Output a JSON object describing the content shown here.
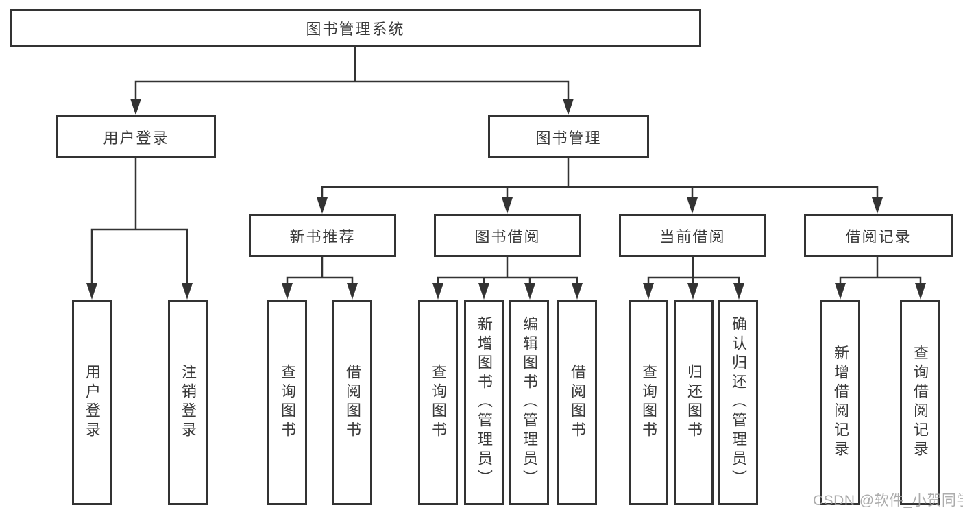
{
  "diagram_title": "图书管理系统",
  "nodes": {
    "root": "图书管理系统",
    "level1": [
      "用户登录",
      "图书管理"
    ],
    "level2": [
      "新书推荐",
      "图书借阅",
      "当前借阅",
      "借阅记录"
    ],
    "leaves": [
      "用户登录",
      "注销登录",
      "查询图书",
      "借阅图书",
      "查询图书",
      "新增图书（管理员）",
      "编辑图书（管理员）",
      "借阅图书",
      "查询图书",
      "归还图书",
      "确认归还（管理员）",
      "新增借阅记录",
      "查询借阅记录"
    ]
  },
  "hierarchy": {
    "图书管理系统": [
      "用户登录",
      "图书管理"
    ],
    "用户登录": [
      "用户登录",
      "注销登录"
    ],
    "图书管理": [
      "新书推荐",
      "图书借阅",
      "当前借阅",
      "借阅记录"
    ],
    "新书推荐": [
      "查询图书",
      "借阅图书"
    ],
    "图书借阅": [
      "查询图书",
      "新增图书（管理员）",
      "编辑图书（管理员）",
      "借阅图书"
    ],
    "当前借阅": [
      "查询图书",
      "归还图书",
      "确认归还（管理员）"
    ],
    "借阅记录": [
      "新增借阅记录",
      "查询借阅记录"
    ]
  },
  "watermark": "CSDN @软件_小贺同学",
  "colors": {
    "line": "#333333",
    "text": "#3a3a3a",
    "background": "#ffffff",
    "watermark": "#9e9e9e"
  }
}
